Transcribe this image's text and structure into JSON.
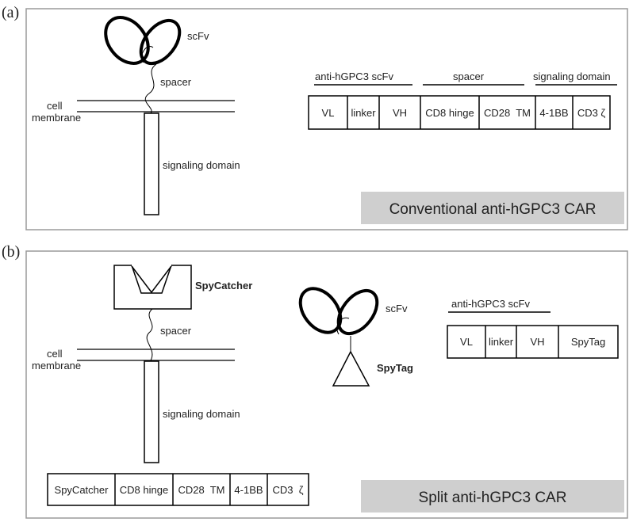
{
  "panel_a": {
    "letter": "(a)",
    "labels": {
      "scfv": "scFv",
      "spacer": "spacer",
      "cell_membrane_line1": "cell",
      "cell_membrane_line2": "membrane",
      "signaling_domain": "signaling domain"
    },
    "construct_groups": [
      "anti-hGPC3 scFv",
      "spacer",
      "signaling domain"
    ],
    "construct_boxes": [
      "VL",
      "linker",
      "VH",
      "CD8 hinge",
      "CD28  TM",
      "4-1BB",
      "CD3 ζ"
    ],
    "title": "Conventional anti-hGPC3 CAR"
  },
  "panel_b": {
    "letter": "(b)",
    "labels": {
      "spycatcher": "SpyCatcher",
      "spacer": "spacer",
      "cell_membrane_line1": "cell",
      "cell_membrane_line2": "membrane",
      "signaling_domain": "signaling domain",
      "scfv": "scFv",
      "spytag": "SpyTag"
    },
    "scfv_group": "anti-hGPC3 scFv",
    "scfv_boxes": [
      "VL",
      "linker",
      "VH",
      "SpyTag"
    ],
    "receptor_boxes": [
      "SpyCatcher",
      "CD8 hinge",
      "CD28  TM",
      "4-1BB",
      "CD3  ζ"
    ],
    "title": "Split anti-hGPC3 CAR"
  },
  "colors": {
    "title_box": "#cfcfcf",
    "panel_border": "#9a9a9a",
    "line": "#000000"
  }
}
